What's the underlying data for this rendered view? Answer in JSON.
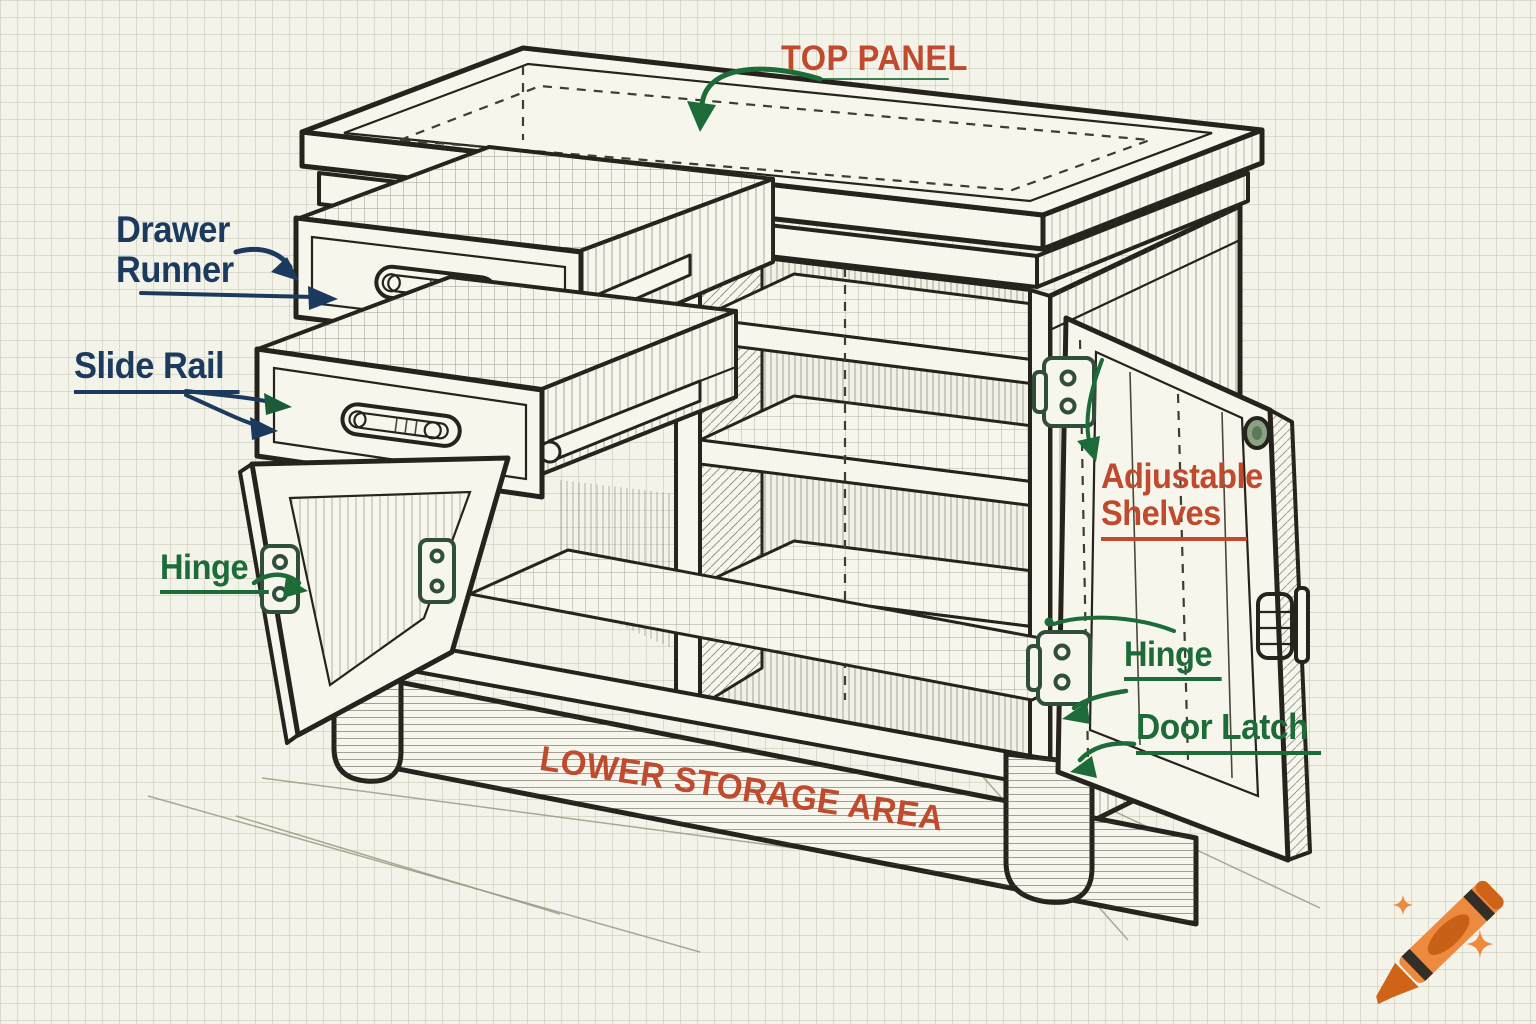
{
  "page": {
    "background": "cream graph paper grid",
    "subject": "open storage cabinet blueprint diagram"
  },
  "colors": {
    "paper": "#f4f3e9",
    "grid": "#c9cdb9",
    "ink": "#26231c",
    "cream": "#f7f6ec",
    "navy": "#1b3a5e",
    "green": "#1c6b39",
    "rust": "#c04a2e",
    "crayon": "#ee8a3f",
    "crayon-dark": "#cf6418"
  },
  "labels": {
    "top_panel": {
      "text": "TOP PANEL",
      "color": "#c04a2e"
    },
    "drawer_runner": {
      "line1": "Drawer",
      "line2": "Runner",
      "color": "#1b3a5e"
    },
    "slide_rail": {
      "text": "Slide Rail",
      "color": "#1b3a5e"
    },
    "hinge_left": {
      "text": "Hinge",
      "color": "#1c6b39"
    },
    "adjustable_shelves": {
      "line1": "Adjustable",
      "line2": "Shelves",
      "color": "#c04a2e"
    },
    "hinge_right": {
      "text": "Hinge",
      "color": "#1c6b39"
    },
    "door_latch": {
      "text": "Door Latch",
      "color": "#1c6b39"
    },
    "lower_storage_area": {
      "text": "LOWER STORAGE AREA",
      "color": "#c04a2e"
    }
  },
  "illustration": {
    "subject": "hand-inked cabinet with two open drawers, three adjustable shelves, two open doors, plinth base and legs",
    "labeled_parts": [
      "top panel",
      "drawer runner",
      "slide rail",
      "hinge (left door)",
      "adjustable shelves",
      "hinge (right door)",
      "door latch",
      "lower storage area"
    ]
  },
  "icons": {
    "watermark": "crayon-logo-with-sparkles"
  }
}
